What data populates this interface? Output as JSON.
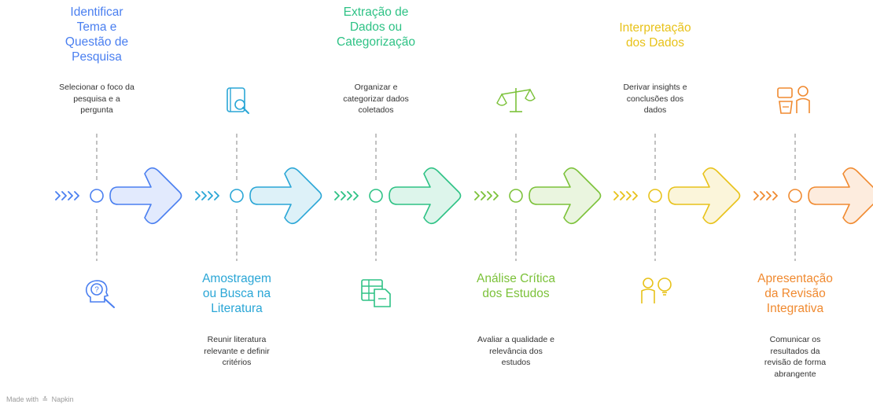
{
  "steps": [
    {
      "title": "Identificar Tema e Questão de Pesquisa",
      "description": "Selecionar o foco da pesquisa e a pergunta",
      "color": "#4a7ff0",
      "icon": "question-head-icon"
    },
    {
      "title": "Amostragem ou Busca na Literatura",
      "description": "Reunir literatura relevante e definir critérios",
      "color": "#2aa6d6",
      "icon": "book-search-icon"
    },
    {
      "title": "Extração de Dados ou Categorização",
      "description": "Organizar e categorizar dados coletados",
      "color": "#2ec285",
      "icon": "table-document-icon"
    },
    {
      "title": "Análise Crítica dos Estudos",
      "description": "Avaliar a qualidade e relevância dos estudos",
      "color": "#7cc23a",
      "icon": "balance-scale-icon"
    },
    {
      "title": "Interpretação dos Dados",
      "description": "Derivar insights e conclusões dos dados",
      "color": "#e8c21a",
      "icon": "person-lightbulb-icon"
    },
    {
      "title": "Apresentação da Revisão Integrativa",
      "description": "Comunicar os resultados da revisão de forma abrangente",
      "color": "#f08a30",
      "icon": "presenter-podium-icon"
    }
  ],
  "footer": {
    "prefix": "Made with",
    "brand": "Napkin",
    "brand_icon": "napkin-logo-icon"
  }
}
